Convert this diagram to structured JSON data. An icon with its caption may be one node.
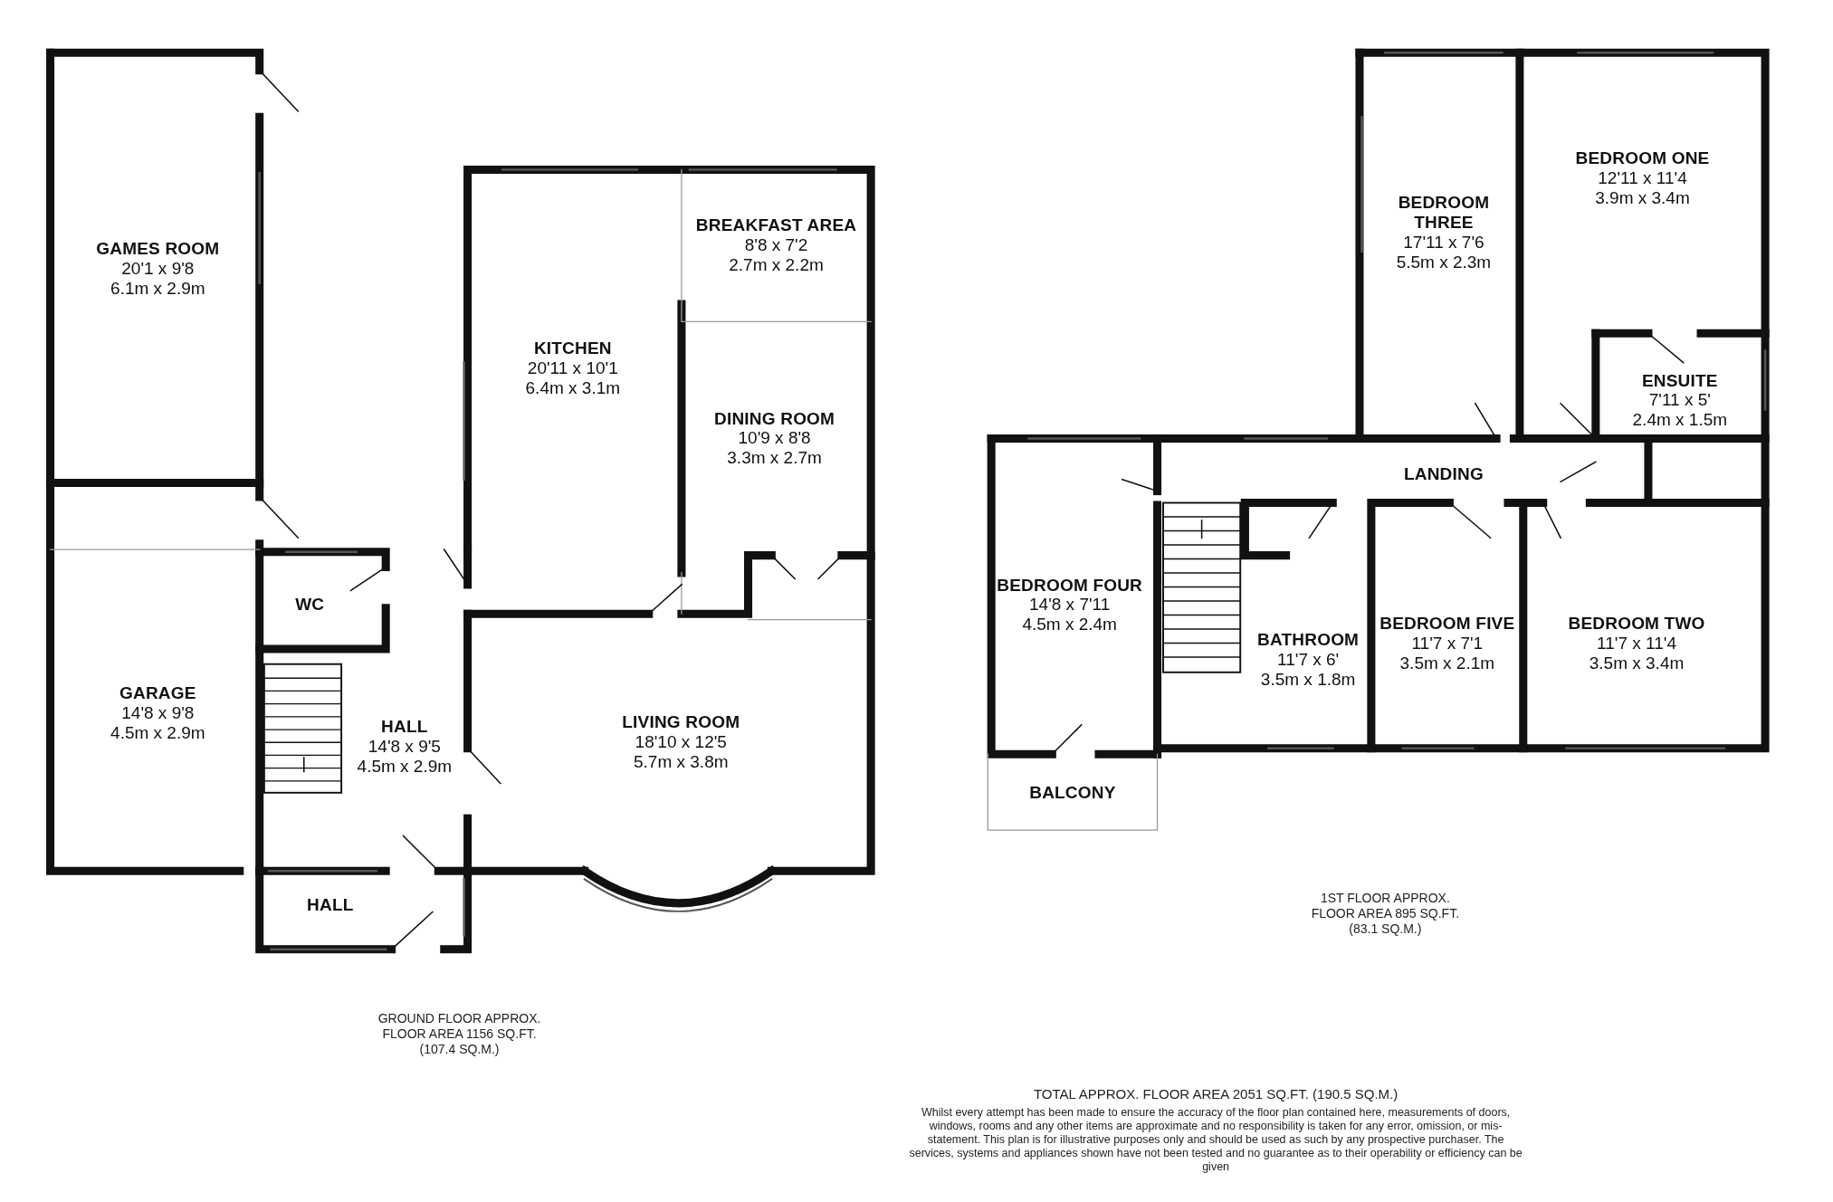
{
  "diagram": {
    "nodes": [
      {
        "text": [
          "GAMES ROOM",
          "20'1 x 9'8",
          "6.1m x 2.9m"
        ]
      },
      {
        "text": [
          "GARAGE",
          "14'8 x 9'8",
          "4.5m x 2.9m"
        ]
      },
      {
        "text": [
          "WC"
        ]
      },
      {
        "text": [
          "HALL",
          "14'8 x 9'5",
          "4.5m x 2.9m"
        ]
      },
      {
        "text": [
          "HALL"
        ]
      },
      {
        "text": [
          "KITCHEN",
          "20'11 x 10'1",
          "6.4m x 3.1m"
        ]
      },
      {
        "text": [
          "BREAKFAST AREA",
          "8'8 x 7'2",
          "2.7m x 2.2m"
        ]
      },
      {
        "text": [
          "DINING ROOM",
          "10'9 x 8'8",
          "3.3m x 2.7m"
        ]
      },
      {
        "text": [
          "LIVING ROOM",
          "18'10 x 12'5",
          "5.7m x 3.8m"
        ]
      },
      {
        "text": [
          "BEDROOM THREE",
          "17'11 x 7'6",
          "5.5m x 2.3m"
        ]
      },
      {
        "text": [
          "BEDROOM ONE",
          "12'11 x 11'4",
          "3.9m x 3.4m"
        ]
      },
      {
        "text": [
          "ENSUITE",
          "7'11 x 5'",
          "2.4m x 1.5m"
        ]
      },
      {
        "text": [
          "LANDING"
        ]
      },
      {
        "text": [
          "BEDROOM FOUR",
          "14'8 x 7'11",
          "4.5m x 2.4m"
        ]
      },
      {
        "text": [
          "BATHROOM",
          "11'7 x 6'",
          "3.5m x 1.8m"
        ]
      },
      {
        "text": [
          "BEDROOM FIVE",
          "11'7 x 7'1",
          "3.5m x 2.1m"
        ]
      },
      {
        "text": [
          "BEDROOM TWO",
          "11'7 x 11'4",
          "3.5m x 3.4m"
        ]
      },
      {
        "text": [
          "BALCONY"
        ]
      }
    ],
    "labels": [
      "1ST FLOOR APPROX. FLOOR AREA 895 SQ.FT. (83.1 SQ.M.)",
      "GROUND FLOOR APPROX. FLOOR AREA 1156 SQ.FT. (107.4 SQ.M.)",
      "TOTAL APPROX. FLOOR AREA 2051 SQ.FT. (190.5 SQ.M.)",
      "Whilst every attempt has been made to ensure the accuracy of the floor plan contained here, measurements of doors, windows, rooms and any other items are approximate and no responsibility is taken for any error, omission, or mis-statement. This plan is for illustrative purposes only and should be used as such by any prospective purchaser. The services, systems and appliances shown have not been tested and no guarantee as to their operability or efficiency can be given"
    ]
  }
}
